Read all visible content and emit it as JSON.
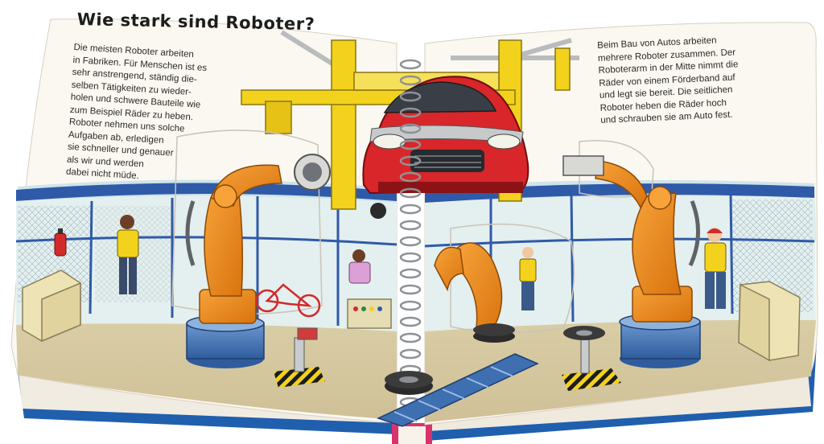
{
  "book": {
    "title": "Wie stark sind Roboter?",
    "left_paragraph": [
      "Die meisten Roboter arbeiten",
      "in Fabriken. Für Menschen ist es",
      "sehr anstrengend, ständig die-",
      "selben Tätigkeiten zu wieder-",
      "holen und schwere Bauteile wie",
      "zum Beispiel Räder zu heben.",
      "Roboter nehmen uns solche",
      "Aufgaben ab, erledigen",
      "sie schneller und genauer",
      "als wir und werden",
      "dabei nicht müde."
    ],
    "right_paragraph": [
      "Beim Bau von Autos arbeiten",
      "mehrere Roboter zusammen. Der",
      "Roboterarm in der Mitte nimmt die",
      "Räder von einem Förderband auf",
      "und legt sie bereit. Die seitlichen",
      "Roboter heben die Räder hoch",
      "und schrauben sie am Auto fest."
    ]
  },
  "colors": {
    "robot_orange": "#ee8a1c",
    "car_red": "#d8262a",
    "lift_yellow": "#f2d21d",
    "base_blue": "#3f74b8",
    "wall_blue": "#2f5aa8",
    "cover_blue": "#1f5fae",
    "spine_pink": "#d8336a"
  },
  "icons": [
    "robot-arm-left-icon",
    "robot-arm-center-icon",
    "robot-arm-right-icon",
    "red-car-icon",
    "yellow-lift-icon",
    "spiral-binding-icon",
    "conveyor-belt-icon",
    "tire-icon",
    "worker-icon",
    "fire-extinguisher-icon",
    "electrical-box-icon",
    "bicycle-icon"
  ]
}
